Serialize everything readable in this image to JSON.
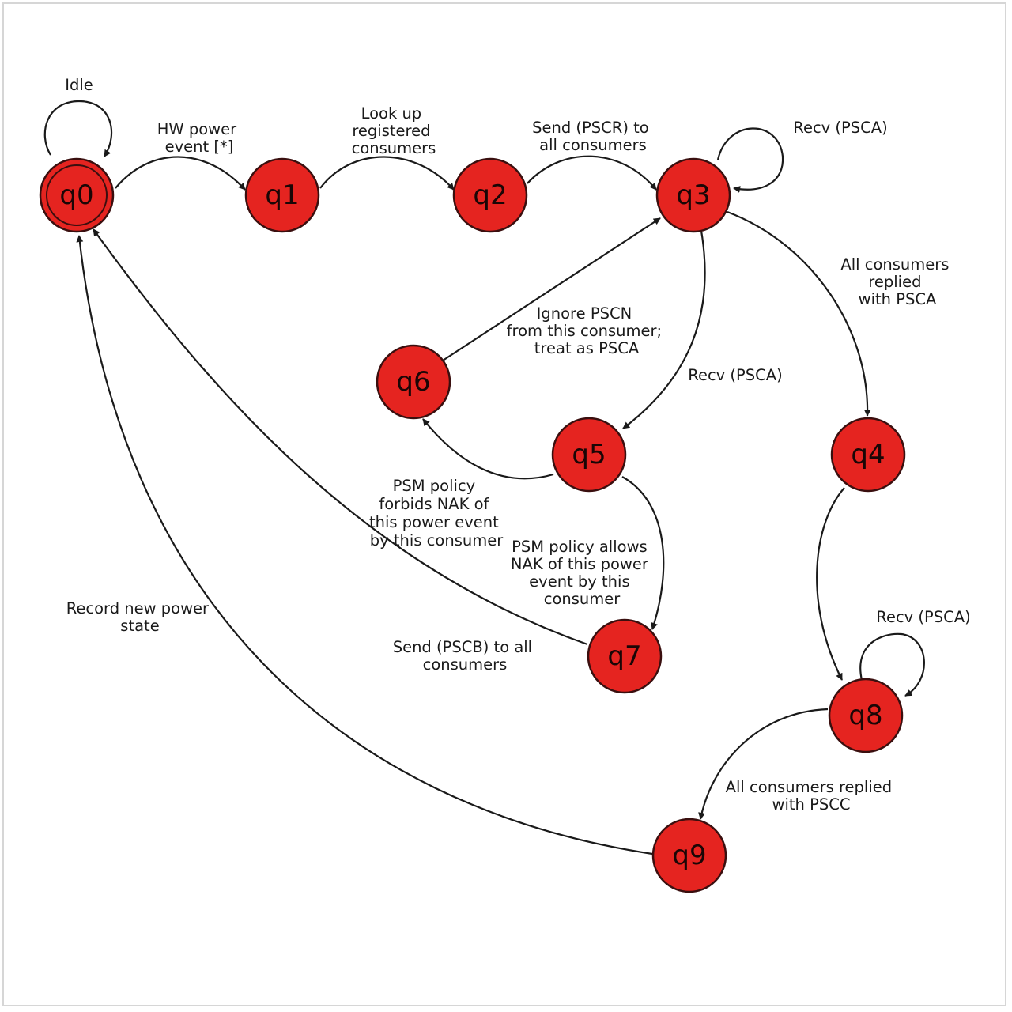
{
  "states": {
    "q0": "q0",
    "q1": "q1",
    "q2": "q2",
    "q3": "q3",
    "q4": "q4",
    "q5": "q5",
    "q6": "q6",
    "q7": "q7",
    "q8": "q8",
    "q9": "q9"
  },
  "transitions": {
    "idle": [
      "Idle"
    ],
    "q0_q1": [
      "HW power",
      "event [*]"
    ],
    "q1_q2": [
      "Look up",
      "registered",
      "consumers"
    ],
    "q2_q3": [
      "Send (PSCR) to",
      "all consumers"
    ],
    "q3_self": [
      "Recv (PSCA)"
    ],
    "q3_q4": [
      "All consumers",
      "replied",
      "with PSCA"
    ],
    "q6_q3": [
      "Ignore PSCN",
      "from this consumer;",
      "treat as PSCA"
    ],
    "q3_q5": [
      "Recv (PSCA)"
    ],
    "q5_q6": [
      "PSM policy",
      "forbids NAK of",
      "this power event",
      "by this consumer"
    ],
    "q5_q7": [
      "PSM policy allows",
      "NAK of this power",
      "event by this",
      "consumer"
    ],
    "q7_q0": [
      "Send (PSCB) to all",
      "consumers"
    ],
    "q9_q0": [
      "Record new power",
      "state"
    ],
    "q8_self": [
      "Recv (PSCA)"
    ],
    "q8_q9": [
      "All consumers replied",
      "with PSCC"
    ]
  },
  "colors": {
    "state_fill": "#e52420",
    "edge": "#1a1a1a"
  }
}
